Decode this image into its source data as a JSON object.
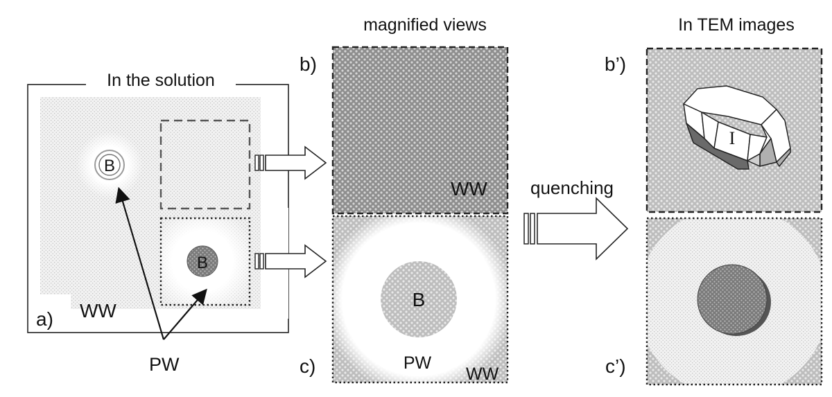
{
  "panel_a": {
    "title": "In the solution",
    "label": "a)",
    "ww_label": "WW",
    "pw_label": "PW",
    "b_upper": "B",
    "b_lower": "B"
  },
  "column_titles": {
    "magnified": "magnified views",
    "tem": "In TEM images"
  },
  "panel_b": {
    "label": "b)",
    "ww_label": "WW"
  },
  "panel_c": {
    "label": "c)",
    "b_label": "B",
    "pw_label": "PW",
    "ww_label": "WW"
  },
  "quench_label": "quenching",
  "panel_b_prime": {
    "label": "b’)",
    "crystal_label": "I"
  },
  "panel_c_prime": {
    "label": "c’)"
  },
  "colors": {
    "ww_dark": "#8c8c8c",
    "ww_light": "#c8c8c8",
    "particle_dark": "#6e6e6e",
    "outline": "#222222"
  }
}
